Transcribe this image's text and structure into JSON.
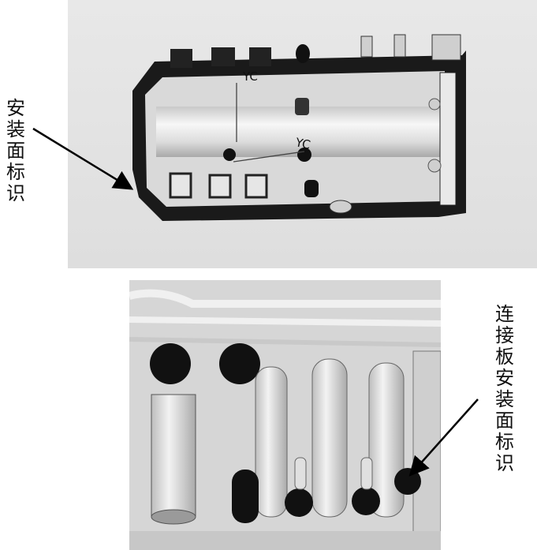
{
  "labels": {
    "mount_face": "安装面标识",
    "connector_plate_mount_face": "连接板安装面标识"
  },
  "axes": {
    "top": "YC",
    "inner": "YC"
  },
  "colors": {
    "panel_bg_top": "#e3e3e3",
    "panel_bg_bottom": "#d4d4d4",
    "part_dark": "#151515",
    "part_light": "#f2f2f2",
    "arrow": "#000000"
  }
}
